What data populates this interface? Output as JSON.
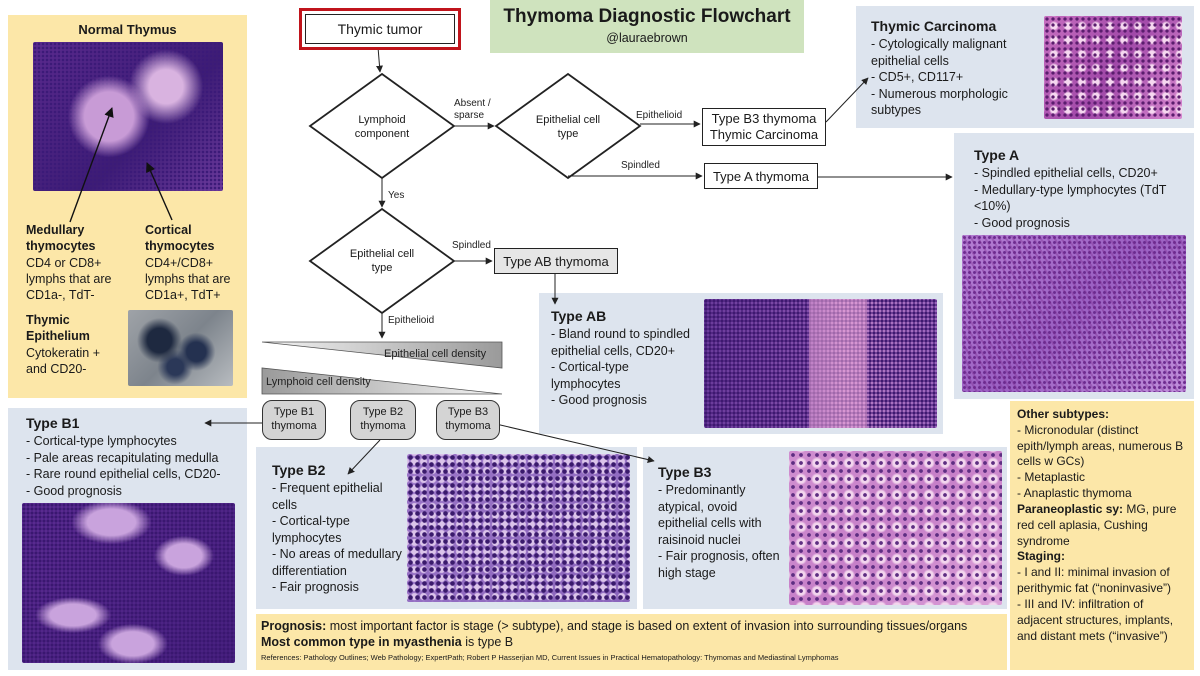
{
  "header": {
    "title": "Thymoma Diagnostic Flowchart",
    "handle": "@lauraebrown"
  },
  "colors": {
    "panel_blue": "#dde4ee",
    "panel_yellow": "#fce7a8",
    "title_green": "#cfe3be",
    "start_border": "#c0141c"
  },
  "flow": {
    "start": "Thymic tumor",
    "lymphoid": "Lymphoid component",
    "absent_sparse": "Absent / sparse",
    "yes": "Yes",
    "epithelial_type_1": "Epithelial cell type",
    "epithelioid_1": "Epithelioid",
    "spindled_1": "Spindled",
    "b3_carcinoma_line1": "Type B3 thymoma",
    "b3_carcinoma_line2": "Thymic Carcinoma",
    "type_a_box": "Type A thymoma",
    "epithelial_type_2": "Epithelial cell type",
    "spindled_2": "Spindled",
    "type_ab_box": "Type AB thymoma",
    "epithelioid_2": "Epithelioid",
    "epithelial_density": "Epithelial cell density",
    "lymphoid_density": "Lymphoid cell density",
    "pills": [
      {
        "line1": "Type B1",
        "line2": "thymoma"
      },
      {
        "line1": "Type B2",
        "line2": "thymoma"
      },
      {
        "line1": "Type B3",
        "line2": "thymoma"
      }
    ]
  },
  "normal_thymus": {
    "title": "Normal Thymus",
    "medullary_title": "Medullary thymocytes",
    "medullary_text": "CD4 or CD8+ lymphs that are CD1a-, TdT-",
    "cortical_title": "Cortical thymocytes",
    "cortical_text": "CD4+/CD8+ lymphs that are CD1a+, TdT+",
    "epithelium_title": "Thymic Epithelium",
    "epithelium_text": "Cytokeratin + and CD20-"
  },
  "carcinoma": {
    "title": "Thymic Carcinoma",
    "items": [
      "- Cytologically malignant epithelial cells",
      "- CD5+, CD117+",
      "- Numerous morphologic subtypes"
    ]
  },
  "type_a": {
    "title": "Type A",
    "items": [
      "- Spindled epithelial cells, CD20+",
      "- Medullary-type lymphocytes (TdT <10%)",
      "- Good prognosis"
    ]
  },
  "type_ab": {
    "title": "Type AB",
    "items": [
      "- Bland round to spindled epithelial cells, CD20+",
      "- Cortical-type lymphocytes",
      "- Good prognosis"
    ]
  },
  "type_b1": {
    "title": "Type B1",
    "items": [
      "- Cortical-type lymphocytes",
      "- Pale areas recapitulating medulla",
      "- Rare round epithelial cells, CD20-",
      "- Good prognosis"
    ]
  },
  "type_b2": {
    "title": "Type B2",
    "items": [
      "- Frequent epithelial cells",
      "- Cortical-type lymphocytes",
      "- No areas of medullary differentiation",
      "- Fair prognosis"
    ]
  },
  "type_b3": {
    "title": "Type B3",
    "items": [
      "- Predominantly atypical, ovoid epithelial cells with raisinoid nuclei",
      "- Fair prognosis, often high stage"
    ]
  },
  "other": {
    "subtypes_title": "Other subtypes:",
    "subtypes": [
      "- Micronodular (distinct epith/lymph areas, numerous B cells w GCs)",
      "- Metaplastic",
      "- Anaplastic thymoma"
    ],
    "paraneoplastic_label": "Paraneoplastic sy:",
    "paraneoplastic_text": " MG, pure red cell aplasia, Cushing syndrome",
    "staging_title": "Staging:",
    "staging": [
      "- I and II: minimal invasion of perithymic fat (“noninvasive”)",
      "- III and IV: infiltration of adjacent structures, implants, and distant mets (“invasive”)"
    ]
  },
  "footer": {
    "prognosis_label": "Prognosis:",
    "prognosis_text": " most important factor is stage (> subtype), and stage is based on extent of invasion into surrounding tissues/organs",
    "myasthenia_label": "Most common type in myasthenia",
    "myasthenia_text": " is type B",
    "references": "References:  Pathology Outlines; Web Pathology; ExpertPath; Robert P Hasserjian MD, Current Issues in Practical Hematopathology: Thymomas and Mediastinal Lymphomas"
  }
}
